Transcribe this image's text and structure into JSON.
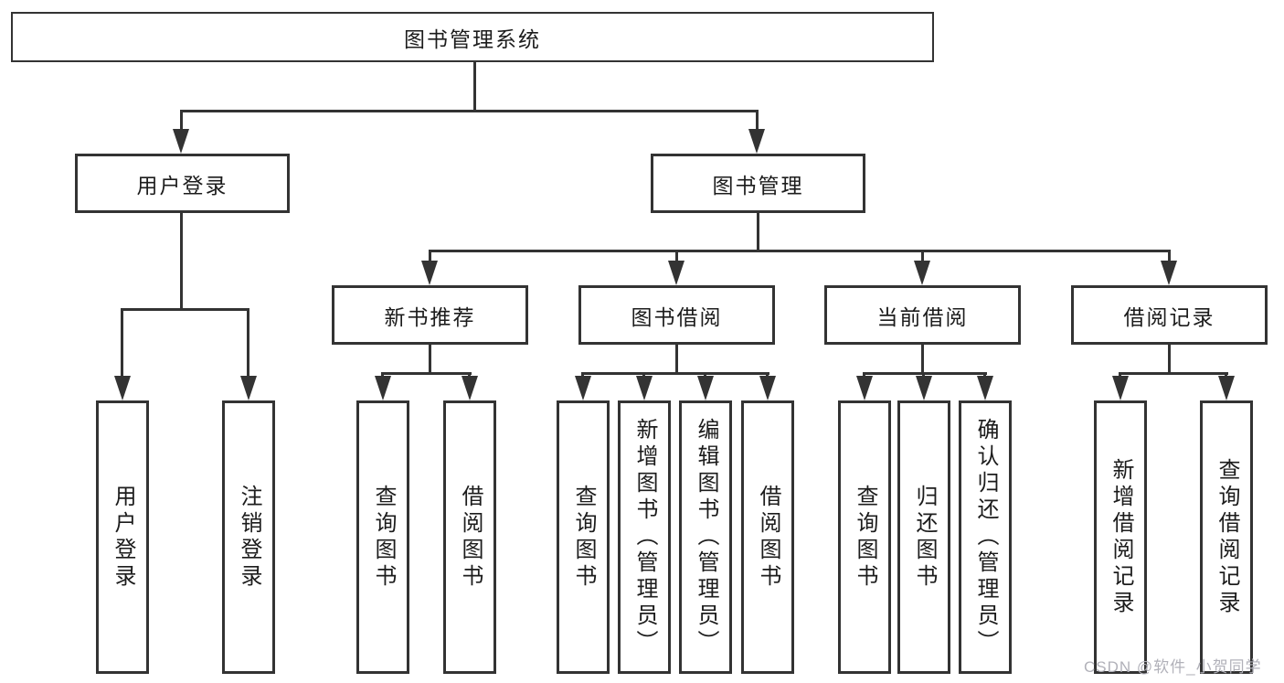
{
  "diagram": {
    "root": {
      "label": "图书管理系统"
    },
    "level2": [
      {
        "label": "用户登录"
      },
      {
        "label": "图书管理"
      }
    ],
    "level3": [
      {
        "label": "新书推荐"
      },
      {
        "label": "图书借阅"
      },
      {
        "label": "当前借阅"
      },
      {
        "label": "借阅记录"
      }
    ],
    "leaves": {
      "user_login": [
        {
          "label": "用户登录"
        },
        {
          "label": "注销登录"
        }
      ],
      "new_book_recommendation": [
        {
          "label": "查询图书"
        },
        {
          "label": "借阅图书"
        }
      ],
      "book_borrowing": [
        {
          "label": "查询图书"
        },
        {
          "label": "新增图书（管理员）"
        },
        {
          "label": "编辑图书（管理员）"
        },
        {
          "label": "借阅图书"
        }
      ],
      "current_borrowing": [
        {
          "label": "查询图书"
        },
        {
          "label": "归还图书"
        },
        {
          "label": "确认归还（管理员）"
        }
      ],
      "borrowing_records": [
        {
          "label": "新增借阅记录"
        },
        {
          "label": "查询借阅记录"
        }
      ]
    }
  },
  "watermark": {
    "text": "CSDN @软件_小贺同学"
  },
  "colors": {
    "line": "#333333",
    "text": "#1c1c1c",
    "background": "#ffffff",
    "watermark": "#b1b1b9"
  }
}
